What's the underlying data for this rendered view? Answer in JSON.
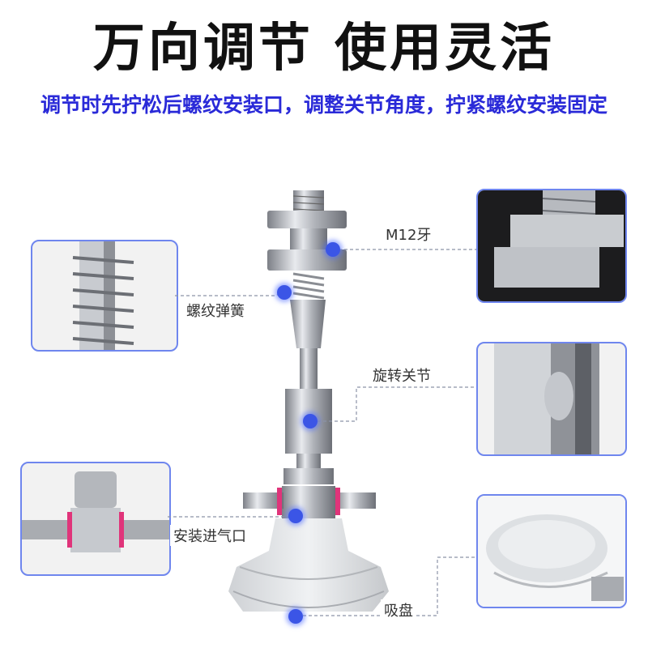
{
  "header": {
    "title": "万向调节 使用灵活",
    "subtitle": "调节时先拧松后螺纹安装口，调整关节角度，拧紧螺纹安装固定"
  },
  "callouts": {
    "thread": "M12牙",
    "spring": "螺纹弹簧",
    "joint": "旋转关节",
    "inlet": "安装进气口",
    "cup": "吸盘"
  },
  "colors": {
    "title": "#111111",
    "subtitle": "#2a2ad8",
    "panel_border": "#6f86ee",
    "dot": "#3b55e6",
    "steel": "#b9bcc2",
    "o_ring": "#e0347a"
  }
}
